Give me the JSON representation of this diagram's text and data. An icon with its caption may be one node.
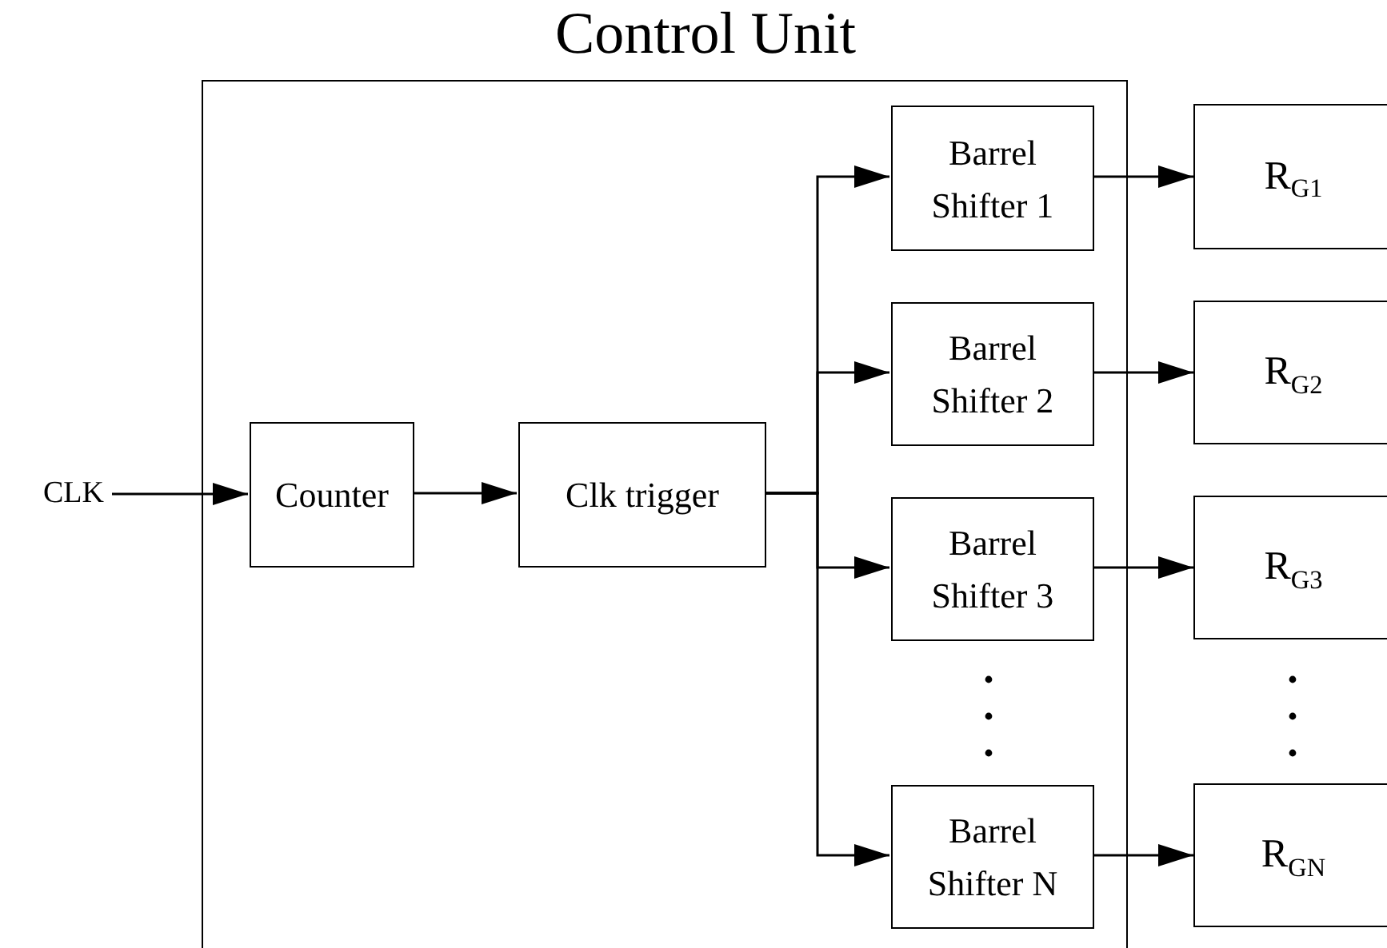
{
  "diagram": {
    "nodes": [
      {
        "text": [
          "Control Unit"
        ]
      },
      {
        "text": [
          "CLK"
        ]
      },
      {
        "text": [
          "Counter"
        ],
        "in": 0
      },
      {
        "text": [
          "Clk trigger"
        ],
        "in": 0
      },
      {
        "text": [
          "Barrel Shifter 1"
        ],
        "in": 0
      },
      {
        "text": [
          "Barrel Shifter 2"
        ],
        "in": 0
      },
      {
        "text": [
          "Barrel Shifter 3"
        ],
        "in": 0
      },
      {
        "text": [
          "Barrel Shifter N"
        ],
        "in": 0
      },
      {
        "text": [
          "R$_{G1}$"
        ]
      },
      {
        "text": [
          "R$_{G2}$"
        ]
      },
      {
        "text": [
          "R$_{G3}$"
        ]
      },
      {
        "text": [
          "R$_{GN}$"
        ]
      }
    ],
    "edges": [
      {
        "from": 1,
        "to": 2,
        "arrow": "to"
      },
      {
        "from": 2,
        "to": 3,
        "arrow": "to"
      },
      {
        "from": 3,
        "to": 4,
        "arrow": "to"
      },
      {
        "from": 3,
        "to": 5,
        "arrow": "to"
      },
      {
        "from": 3,
        "to": 6,
        "arrow": "to"
      },
      {
        "from": 3,
        "to": 7,
        "arrow": "to"
      },
      {
        "from": 4,
        "to": 8,
        "arrow": "to"
      },
      {
        "from": 5,
        "to": 9,
        "arrow": "to"
      },
      {
        "from": 6,
        "to": 10,
        "arrow": "to"
      },
      {
        "from": 7,
        "to": 11,
        "arrow": "to"
      }
    ]
  }
}
